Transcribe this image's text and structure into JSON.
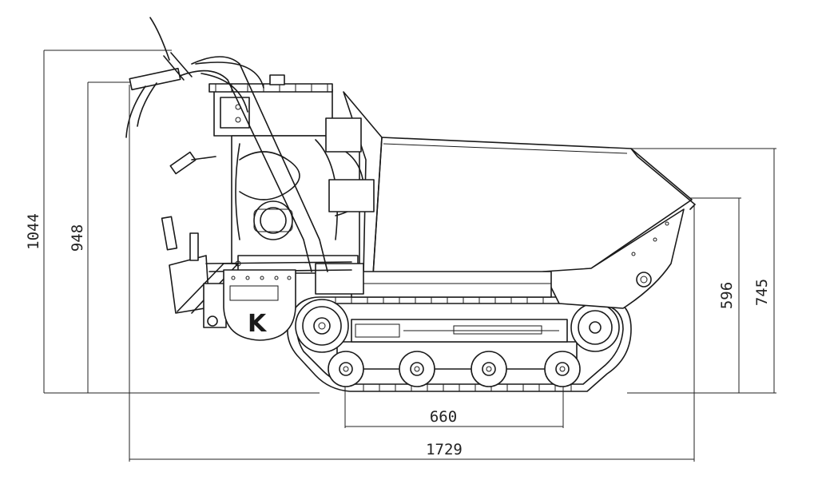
{
  "dimensions": {
    "overall_height": "1044",
    "handle_height": "948",
    "dump_pivot_height": "596",
    "bucket_height": "745",
    "track_wheelbase": "660",
    "overall_length": "1729"
  },
  "logo_mark": "K"
}
